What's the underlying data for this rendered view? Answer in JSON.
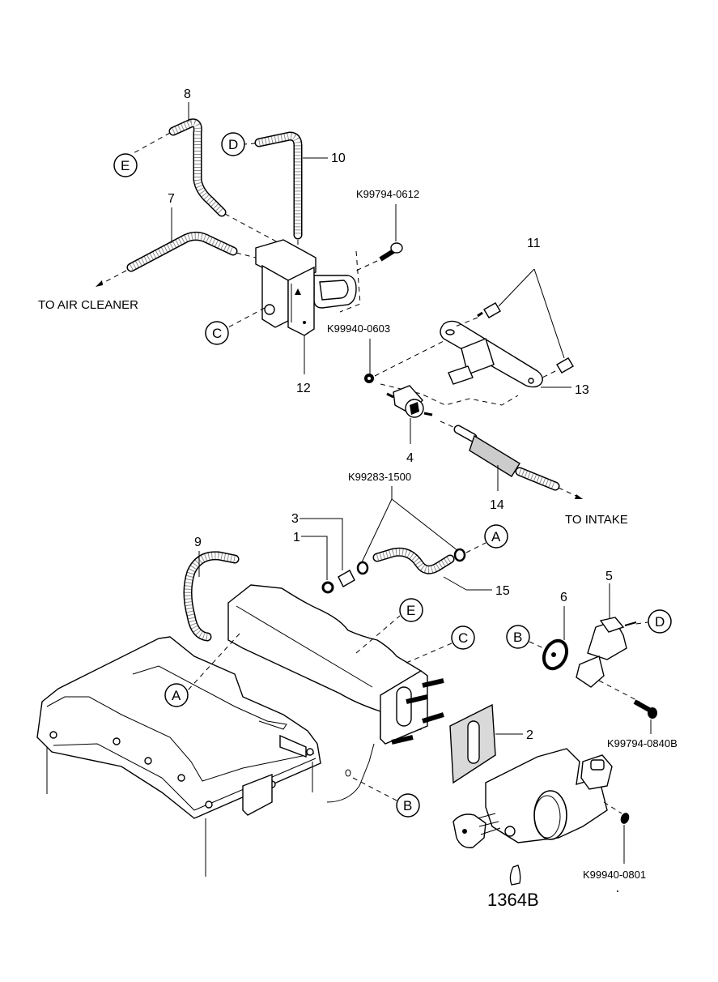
{
  "diagram": {
    "title_code": "1364B",
    "colors": {
      "ink": "#000000",
      "background": "#ffffff"
    },
    "callouts": [
      {
        "id": "c1",
        "text": "1"
      },
      {
        "id": "c2",
        "text": "2"
      },
      {
        "id": "c3",
        "text": "3"
      },
      {
        "id": "c4",
        "text": "4"
      },
      {
        "id": "c5",
        "text": "5"
      },
      {
        "id": "c6",
        "text": "6"
      },
      {
        "id": "c7",
        "text": "7"
      },
      {
        "id": "c8",
        "text": "8"
      },
      {
        "id": "c9",
        "text": "9"
      },
      {
        "id": "c10",
        "text": "10"
      },
      {
        "id": "c11",
        "text": "11"
      },
      {
        "id": "c12",
        "text": "12"
      },
      {
        "id": "c13",
        "text": "13"
      },
      {
        "id": "c14",
        "text": "14"
      },
      {
        "id": "c15",
        "text": "15"
      }
    ],
    "part_numbers": {
      "bolt_upper": "K99794-0612",
      "nut_upper": "K99940-0603",
      "hose_clamp": "K99283-1500",
      "bolt_lower": "K99794-0840B",
      "nut_lower": "K99940-0801"
    },
    "annotations": {
      "to_air_cleaner": "TO AIR CLEANER",
      "to_intake": "TO INTAKE"
    },
    "connectors": {
      "A": "A",
      "B": "B",
      "C": "C",
      "D": "D",
      "E": "E"
    }
  }
}
